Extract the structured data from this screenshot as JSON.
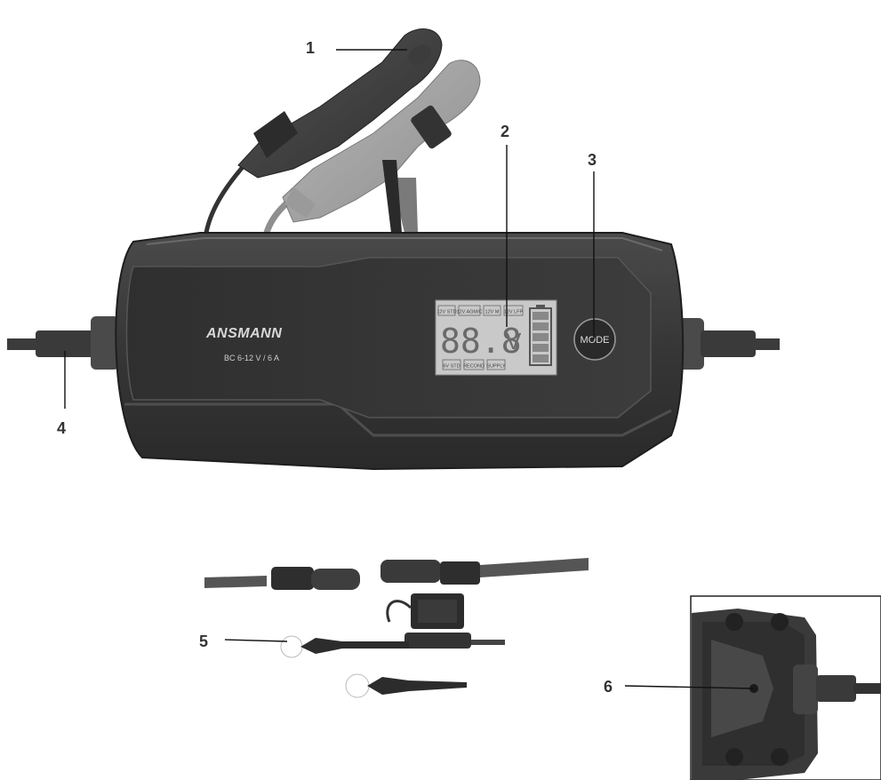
{
  "callouts": [
    {
      "num": "1"
    },
    {
      "num": "2"
    },
    {
      "num": "3"
    },
    {
      "num": "4"
    },
    {
      "num": "5"
    },
    {
      "num": "6"
    }
  ],
  "device": {
    "brand": "ANSMANN",
    "model": "BC 6-12 V / 6 A",
    "mode_label": "MODE",
    "display": {
      "digits": "88.8",
      "unit": "V",
      "top_labels": [
        "12V STD",
        "12V AGM/C",
        "12V M",
        "12V LFP"
      ],
      "bottom_labels": [
        "6V STD",
        "RECOND",
        "SUPPLY"
      ]
    }
  },
  "colors": {
    "body": "#3a3a3a",
    "body_dark": "#262626",
    "panel": "#2e2e2e",
    "lcd": "#c9c9c9",
    "clamp_dark": "#444444",
    "clamp_light": "#a8a8a8",
    "line": "#111111"
  }
}
